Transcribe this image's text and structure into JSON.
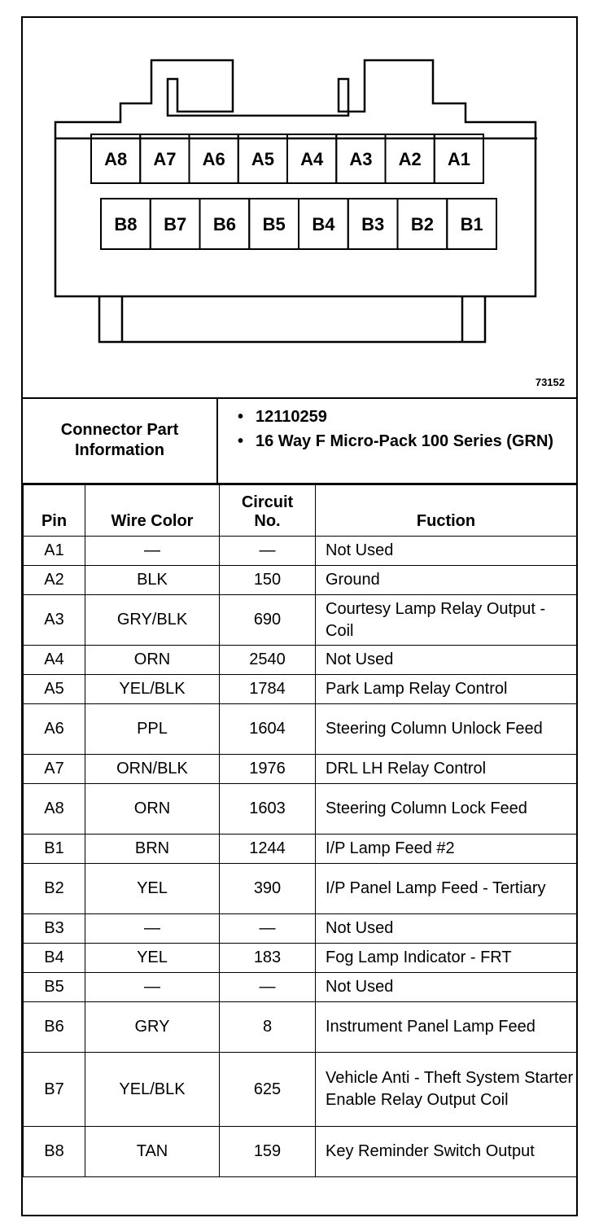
{
  "figure": {
    "number": "73152",
    "pins_row_a": [
      "A8",
      "A7",
      "A6",
      "A5",
      "A4",
      "A3",
      "A2",
      "A1"
    ],
    "pins_row_b": [
      "B8",
      "B7",
      "B6",
      "B5",
      "B4",
      "B3",
      "B2",
      "B1"
    ]
  },
  "part_info": {
    "label": "Connector Part Information",
    "items": [
      "12110259",
      "16 Way F Micro-Pack 100 Series (GRN)"
    ]
  },
  "table": {
    "headers": {
      "pin": "Pin",
      "wire_color": "Wire Color",
      "circuit": "Circuit No.",
      "function": "Fuction"
    },
    "rows": [
      {
        "pin": "A1",
        "wire": "—",
        "circuit": "—",
        "function": "Not Used"
      },
      {
        "pin": "A2",
        "wire": "BLK",
        "circuit": "150",
        "function": "Ground"
      },
      {
        "pin": "A3",
        "wire": "GRY/BLK",
        "circuit": "690",
        "function": "Courtesy Lamp Relay Output - Coil"
      },
      {
        "pin": "A4",
        "wire": "ORN",
        "circuit": "2540",
        "function": "Not Used"
      },
      {
        "pin": "A5",
        "wire": "YEL/BLK",
        "circuit": "1784",
        "function": "Park Lamp Relay Control"
      },
      {
        "pin": "A6",
        "wire": "PPL",
        "circuit": "1604",
        "function": "Steering Column Unlock Feed"
      },
      {
        "pin": "A7",
        "wire": "ORN/BLK",
        "circuit": "1976",
        "function": "DRL LH Relay Control"
      },
      {
        "pin": "A8",
        "wire": "ORN",
        "circuit": "1603",
        "function": "Steering Column Lock Feed"
      },
      {
        "pin": "B1",
        "wire": "BRN",
        "circuit": "1244",
        "function": "I/P Lamp Feed #2"
      },
      {
        "pin": "B2",
        "wire": "YEL",
        "circuit": "390",
        "function": "I/P Panel Lamp Feed - Tertiary"
      },
      {
        "pin": "B3",
        "wire": "—",
        "circuit": "—",
        "function": "Not Used"
      },
      {
        "pin": "B4",
        "wire": "YEL",
        "circuit": "183",
        "function": "Fog Lamp Indicator - FRT"
      },
      {
        "pin": "B5",
        "wire": "—",
        "circuit": "—",
        "function": "Not Used"
      },
      {
        "pin": "B6",
        "wire": "GRY",
        "circuit": "8",
        "function": "Instrument Panel Lamp Feed"
      },
      {
        "pin": "B7",
        "wire": "YEL/BLK",
        "circuit": "625",
        "function": "Vehicle Anti - Theft System Starter Enable Relay Output Coil"
      },
      {
        "pin": "B8",
        "wire": "TAN",
        "circuit": "159",
        "function": "Key Reminder Switch Output"
      }
    ]
  }
}
